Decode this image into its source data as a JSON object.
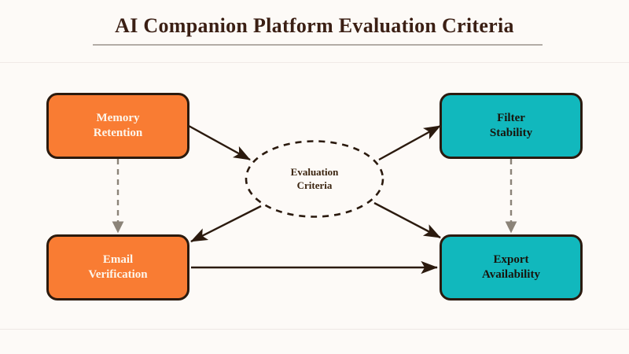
{
  "header": {
    "title": "AI Companion Platform Evaluation Criteria"
  },
  "diagram": {
    "type": "hub-and-spoke-flow",
    "hub": {
      "label": "Evaluation\nCriteria",
      "shape": "ellipse-dashed",
      "stroke": "#2b1a0e"
    },
    "nodes": [
      {
        "id": "memory-retention",
        "label": "Memory\nRetention",
        "fill": "#f97c33",
        "text_color": "#fdf6ec",
        "position": "top-left"
      },
      {
        "id": "filter-stability",
        "label": "Filter\nStability",
        "fill": "#11b8bd",
        "text_color": "#18140c",
        "position": "top-right"
      },
      {
        "id": "email-verification",
        "label": "Email\nVerification",
        "fill": "#f97c33",
        "text_color": "#fdf6ec",
        "position": "bottom-left"
      },
      {
        "id": "export-availability",
        "label": "Export\nAvailability",
        "fill": "#11b8bd",
        "text_color": "#18140c",
        "position": "bottom-right"
      }
    ],
    "edges": [
      {
        "from": "memory-retention",
        "to": "hub",
        "style": "solid",
        "color": "#2b1a0e"
      },
      {
        "from": "hub",
        "to": "filter-stability",
        "style": "solid",
        "color": "#2b1a0e"
      },
      {
        "from": "hub",
        "to": "email-verification",
        "style": "solid",
        "color": "#2b1a0e"
      },
      {
        "from": "hub",
        "to": "export-availability",
        "style": "solid",
        "color": "#2b1a0e"
      },
      {
        "from": "memory-retention",
        "to": "email-verification",
        "style": "dashed",
        "color": "#8b8378"
      },
      {
        "from": "filter-stability",
        "to": "export-availability",
        "style": "dashed",
        "color": "#8b8378"
      },
      {
        "from": "email-verification",
        "to": "export-availability",
        "style": "solid",
        "color": "#2b1a0e"
      }
    ]
  },
  "colors": {
    "background": "#fdfaf7",
    "title": "#3b1f14",
    "rule": "#b3aca6",
    "orange": "#f97c33",
    "teal": "#11b8bd",
    "outline": "#2b1a0e",
    "dashed_gray": "#8b8378"
  }
}
